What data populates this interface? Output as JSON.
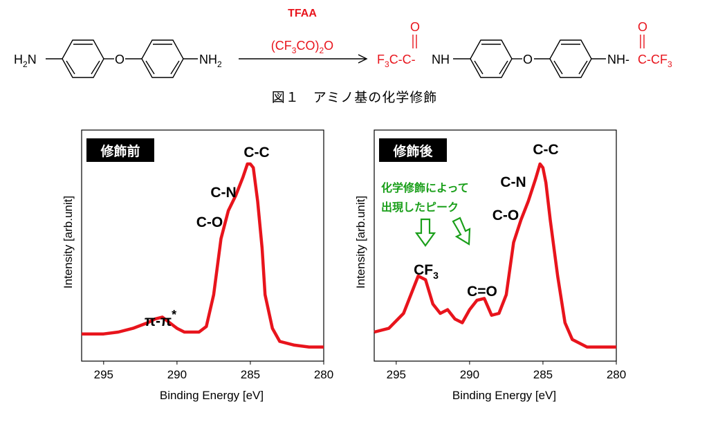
{
  "scheme": {
    "reactant_left": "H",
    "reactant_left_sub": "2",
    "reactant_left_n": "N",
    "bridge_o": "O",
    "reactant_right": "NH",
    "reactant_right_sub": "2",
    "reagent_name": "TFAA",
    "reagent_formula_a": "(CF",
    "reagent_formula_sub1": "3",
    "reagent_formula_b": "CO)",
    "reagent_formula_sub2": "2",
    "reagent_formula_c": "O",
    "product_left_a": "F",
    "product_left_sub": "3",
    "product_left_b": "C-C-",
    "product_left_nh": "NH",
    "product_carbonyl_o": "O",
    "product_bridge_o": "O",
    "product_right_nh": "NH-",
    "product_right_a": "C-CF",
    "product_right_sub": "3",
    "colors": {
      "modified": "#e8141c",
      "black": "#000000"
    }
  },
  "caption": "図１　アミノ基の化学修飾",
  "chart_data": [
    {
      "type": "line",
      "label_box": "修飾前",
      "xlabel": "Binding Energy [eV]",
      "ylabel": "Intensity [arb.unit]",
      "xlim": [
        296.5,
        280
      ],
      "xticks": [
        295,
        290,
        285,
        280
      ],
      "tick_labels": [
        "295",
        "290",
        "285",
        "280"
      ],
      "y_axis_values_shown": false,
      "line_color": "#e8141c",
      "series": [
        {
          "x": [
            296.5,
            295,
            294,
            293,
            292,
            291.5,
            291,
            290.5,
            290,
            289.5,
            289,
            288.5,
            288,
            287.5,
            287,
            286.5,
            286,
            285.5,
            285.2,
            285,
            284.8,
            284.5,
            284.2,
            284,
            283.5,
            283,
            282,
            281,
            280
          ],
          "y": [
            0.09,
            0.09,
            0.1,
            0.12,
            0.15,
            0.17,
            0.18,
            0.15,
            0.12,
            0.1,
            0.1,
            0.1,
            0.13,
            0.3,
            0.6,
            0.75,
            0.83,
            0.93,
            1.0,
            1.0,
            0.98,
            0.8,
            0.55,
            0.3,
            0.12,
            0.05,
            0.03,
            0.02,
            0.02
          ]
        }
      ],
      "annotations": [
        {
          "text": "C-C"
        },
        {
          "text": "C-N"
        },
        {
          "text": "C-O"
        },
        {
          "text": "π-π",
          "suffix": "*"
        }
      ]
    },
    {
      "type": "line",
      "label_box": "修飾後",
      "xlabel": "Binding Energy [eV]",
      "ylabel": "Intensity [arb.unit]",
      "xlim": [
        296.5,
        280
      ],
      "xticks": [
        295,
        290,
        285,
        280
      ],
      "tick_labels": [
        "295",
        "290",
        "285",
        "280"
      ],
      "y_axis_values_shown": false,
      "line_color": "#e8141c",
      "series": [
        {
          "x": [
            296.5,
            295.5,
            294.5,
            294,
            293.5,
            293,
            292.5,
            292,
            291.5,
            291,
            290.5,
            290,
            289.5,
            289,
            288.5,
            288,
            287.5,
            287,
            286.5,
            286,
            285.5,
            285.2,
            285,
            284.8,
            284.5,
            284,
            283.5,
            283,
            282,
            281,
            280
          ],
          "y": [
            0.1,
            0.12,
            0.2,
            0.3,
            0.4,
            0.38,
            0.25,
            0.2,
            0.22,
            0.17,
            0.15,
            0.22,
            0.27,
            0.28,
            0.19,
            0.2,
            0.3,
            0.58,
            0.7,
            0.8,
            0.92,
            1.0,
            0.98,
            0.9,
            0.7,
            0.4,
            0.15,
            0.06,
            0.02,
            0.02,
            0.02
          ]
        }
      ],
      "annotations": [
        {
          "text": "C-C"
        },
        {
          "text": "C-N"
        },
        {
          "text": "C-O"
        },
        {
          "text": "CF",
          "sub": "3"
        },
        {
          "text": "C=O"
        },
        {
          "text": "化学修飾によって",
          "color": "#1a9f1a"
        },
        {
          "text": "出現したピーク",
          "color": "#1a9f1a"
        }
      ]
    }
  ]
}
